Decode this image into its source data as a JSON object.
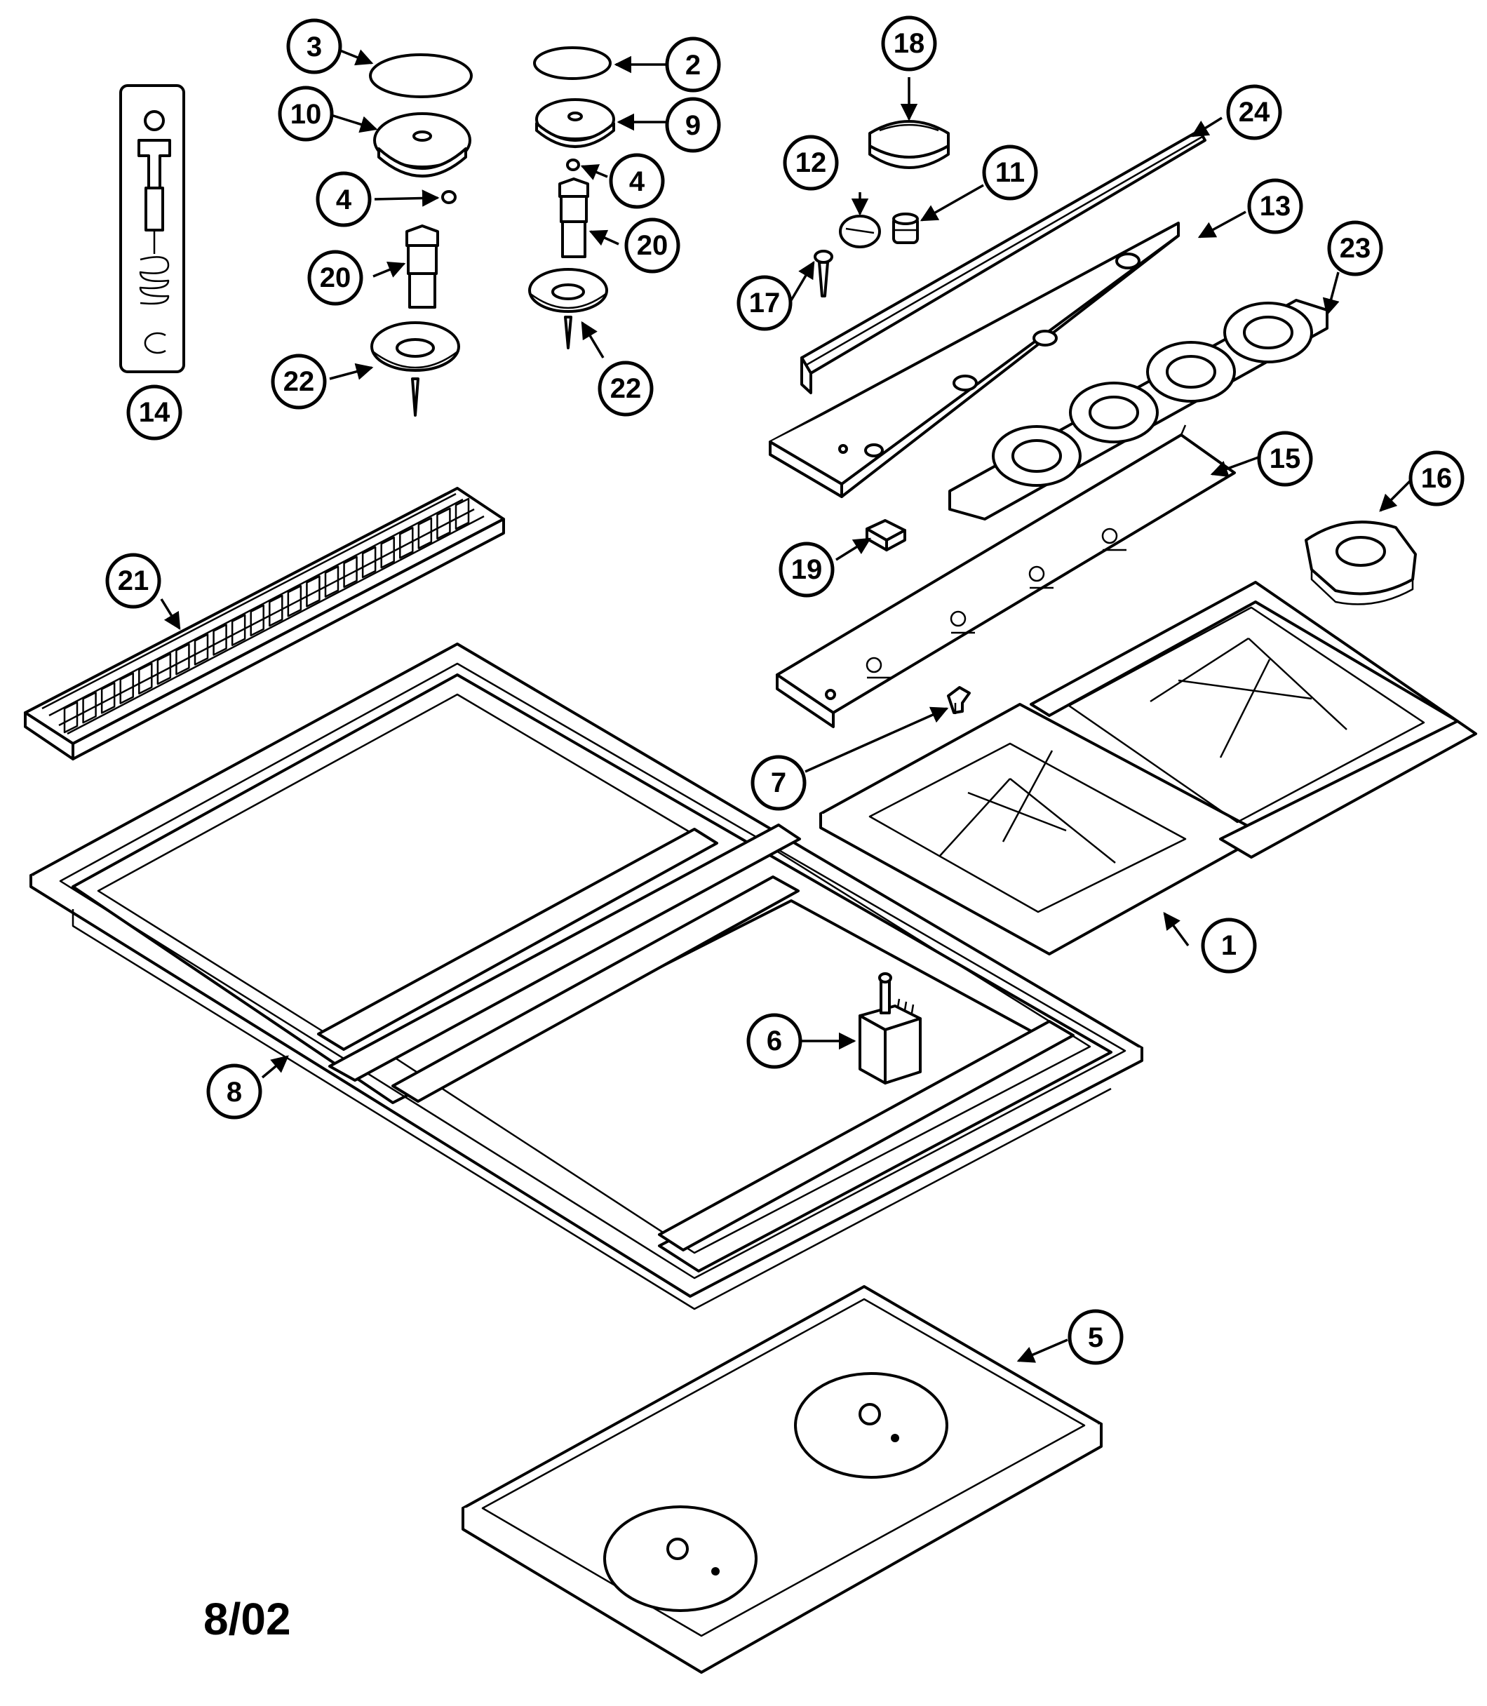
{
  "diagram": {
    "date_code": "8/02",
    "callouts": [
      {
        "id": "c1",
        "label": "1"
      },
      {
        "id": "c2",
        "label": "2"
      },
      {
        "id": "c3",
        "label": "3"
      },
      {
        "id": "c4a",
        "label": "4"
      },
      {
        "id": "c4b",
        "label": "4"
      },
      {
        "id": "c5",
        "label": "5"
      },
      {
        "id": "c6",
        "label": "6"
      },
      {
        "id": "c7",
        "label": "7"
      },
      {
        "id": "c8",
        "label": "8"
      },
      {
        "id": "c9",
        "label": "9"
      },
      {
        "id": "c10",
        "label": "10"
      },
      {
        "id": "c11",
        "label": "11"
      },
      {
        "id": "c12",
        "label": "12"
      },
      {
        "id": "c13",
        "label": "13"
      },
      {
        "id": "c14",
        "label": "14"
      },
      {
        "id": "c15",
        "label": "15"
      },
      {
        "id": "c16",
        "label": "16"
      },
      {
        "id": "c17",
        "label": "17"
      },
      {
        "id": "c18",
        "label": "18"
      },
      {
        "id": "c19",
        "label": "19"
      },
      {
        "id": "c20a",
        "label": "20"
      },
      {
        "id": "c20b",
        "label": "20"
      },
      {
        "id": "c21",
        "label": "21"
      },
      {
        "id": "c22a",
        "label": "22"
      },
      {
        "id": "c22b",
        "label": "22"
      },
      {
        "id": "c23",
        "label": "23"
      },
      {
        "id": "c24",
        "label": "24"
      }
    ]
  }
}
